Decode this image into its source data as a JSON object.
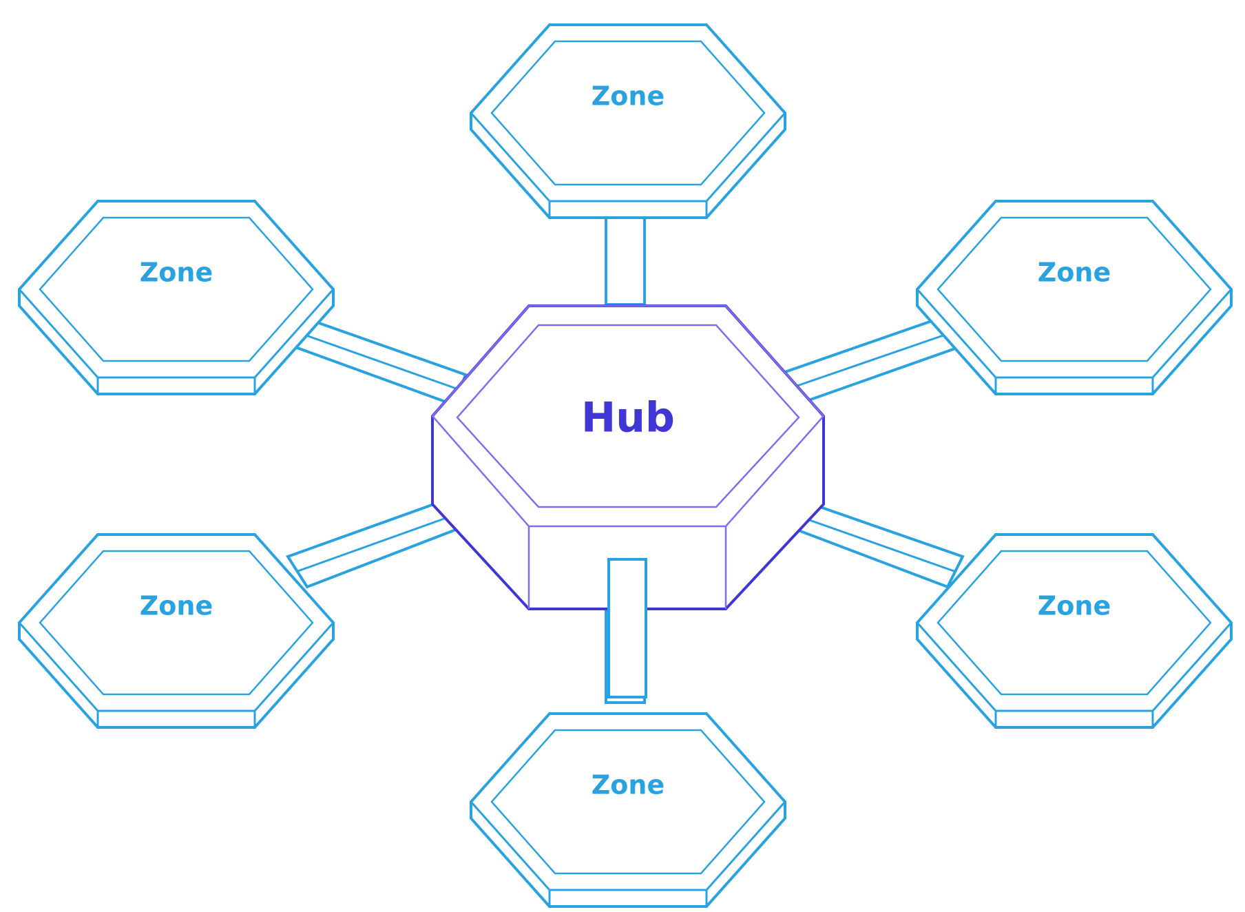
{
  "colors": {
    "zone_stroke": "#29a3e0",
    "hub_stroke": "#3f36d4",
    "hub_inner": "#7b6ff0",
    "background": "#ffffff"
  },
  "hub": {
    "label": "Hub"
  },
  "zones": [
    {
      "id": "top",
      "label": "Zone"
    },
    {
      "id": "top-left",
      "label": "Zone"
    },
    {
      "id": "top-right",
      "label": "Zone"
    },
    {
      "id": "bottom-left",
      "label": "Zone"
    },
    {
      "id": "bottom-right",
      "label": "Zone"
    },
    {
      "id": "bottom",
      "label": "Zone"
    }
  ],
  "connections": [
    {
      "from": "hub",
      "to": "top"
    },
    {
      "from": "hub",
      "to": "top-left"
    },
    {
      "from": "hub",
      "to": "top-right"
    },
    {
      "from": "hub",
      "to": "bottom-left"
    },
    {
      "from": "hub",
      "to": "bottom-right"
    },
    {
      "from": "hub",
      "to": "bottom"
    }
  ]
}
